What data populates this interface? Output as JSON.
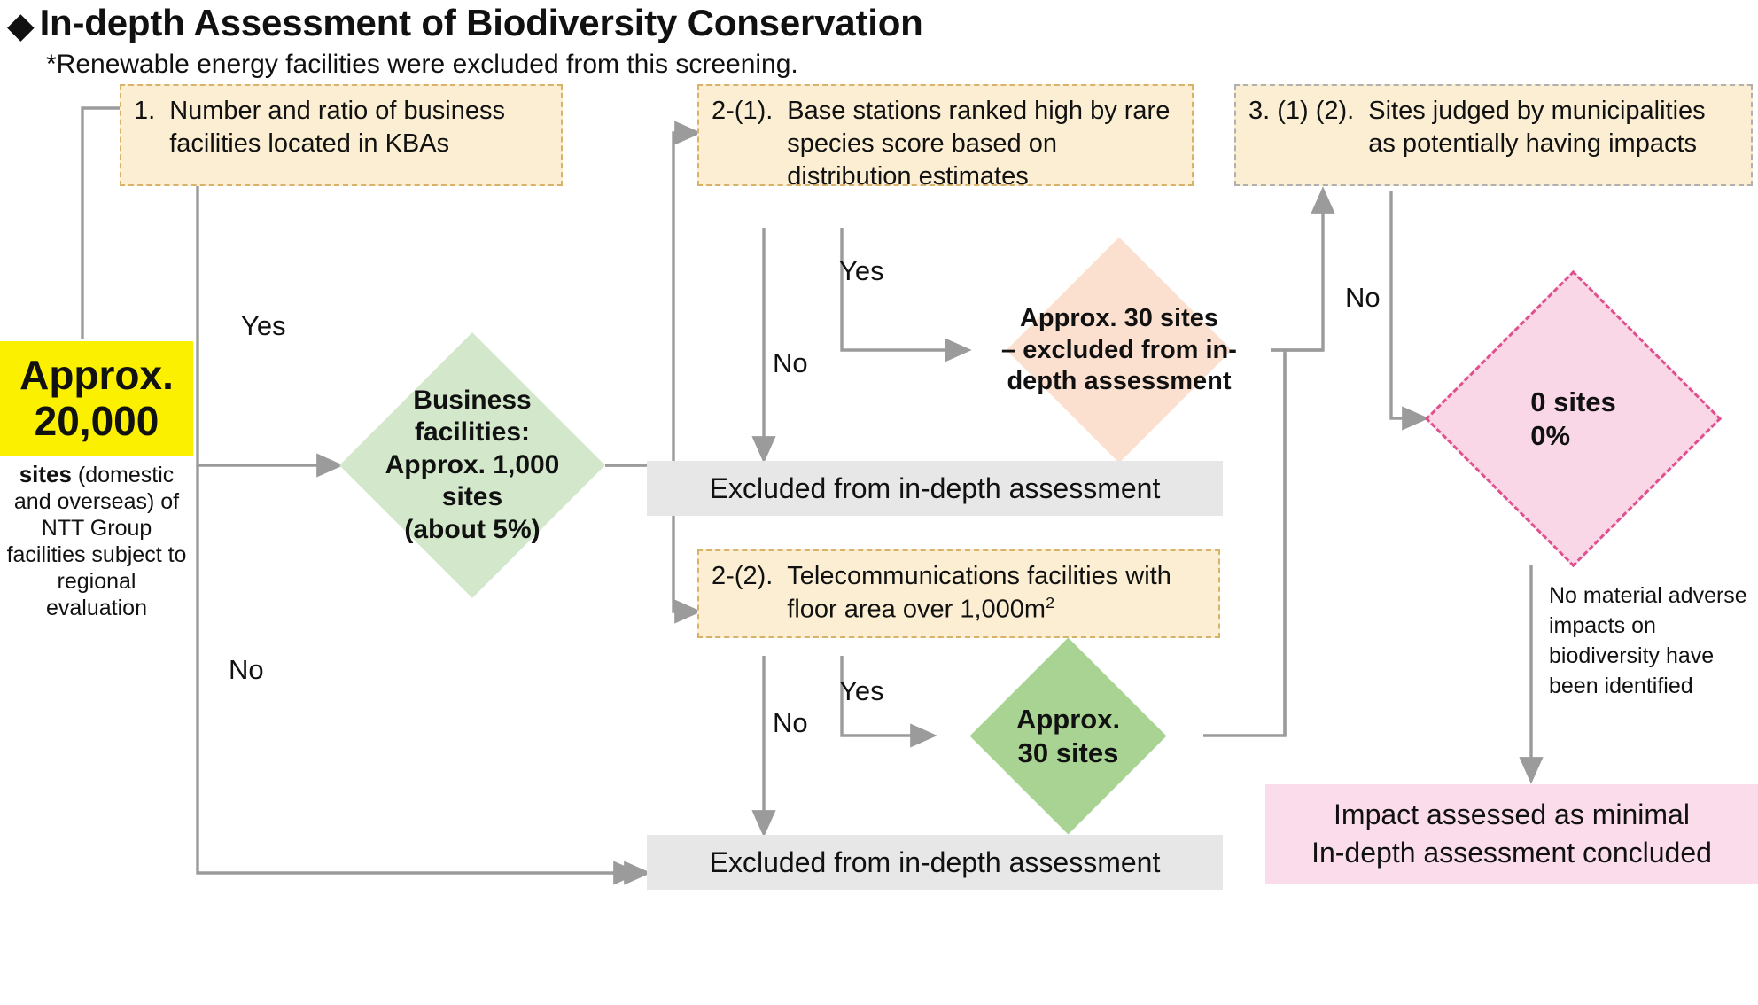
{
  "header": {
    "bullet_icon": "◆",
    "title": "In-depth Assessment of Biodiversity Conservation",
    "subtitle": "*Renewable energy facilities were excluded from this screening."
  },
  "colors": {
    "step_box_fill": "#fbeed2",
    "step_box_border": "#d9b26a",
    "step_box_border_gray": "#b0b0b0",
    "highlight_yellow": "#faf000",
    "diamond_green_light": "#d3e8cb",
    "diamond_green_dark": "#a8d393",
    "diamond_peach": "#fbe0d0",
    "diamond_pink_fill": "#f9d7e6",
    "diamond_pink_border": "#e0508f",
    "excluded_gray": "#e7e7e7",
    "conclusion_pink": "#fadceb",
    "connector_gray": "#9b9b9b"
  },
  "start": {
    "highlight_line1": "Approx.",
    "highlight_line2": "20,000",
    "caption_bold": "sites",
    "caption_rest": "(domestic and overseas) of NTT Group facilities subject to regional evaluation"
  },
  "steps": {
    "step1": {
      "number": "1.",
      "text": "Number and ratio of business facilities located in KBAs"
    },
    "step2_1": {
      "number": "2-(1).",
      "text": "Base stations ranked high by rare species score based on distribution estimates"
    },
    "step2_2": {
      "number": "2-(2).",
      "text_before": "Telecommunications facilities with floor area over 1,000m",
      "superscript": "2"
    },
    "step3": {
      "number": "3. (1) (2).",
      "text": "Sites judged by municipalities as potentially having impacts"
    }
  },
  "decisions": {
    "business_facilities": "Business facilities: Approx. 1,000 sites (about 5%)",
    "approx30_excluded": "Approx. 30 sites – excluded from in-depth assessment",
    "approx30_sites": "Approx. 30 sites",
    "zero_sites": "0 sites 0%"
  },
  "outcomes": {
    "excluded_upper": "Excluded from in-depth assessment",
    "excluded_lower": "Excluded from in-depth assessment",
    "conclusion_line1": "Impact assessed as minimal",
    "conclusion_line2": "In-depth assessment concluded",
    "side_note": "No material adverse impacts on biodiversity have been identified"
  },
  "edge_labels": {
    "step1_yes": "Yes",
    "step1_no": "No",
    "step2_1_yes": "Yes",
    "step2_1_no": "No",
    "step2_2_yes": "Yes",
    "step2_2_no": "No",
    "step3_no": "No"
  }
}
